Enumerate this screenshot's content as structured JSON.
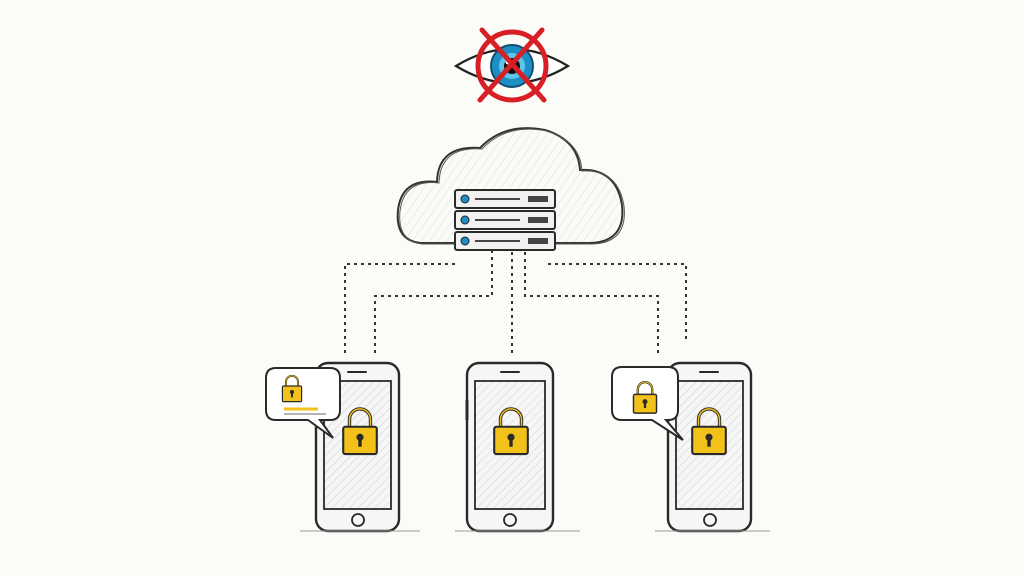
{
  "diagram": {
    "top_symbol": {
      "icon": "eye-crossed-out-icon",
      "meaning": "no surveillance",
      "cross_color": "#d81f26",
      "iris_color": "#1e8fc4"
    },
    "cloud": {
      "icon": "cloud-icon",
      "server_icon": "server-rack-icon",
      "server_units": 3
    },
    "connections": {
      "style": "dotted",
      "count": 3
    },
    "devices": [
      {
        "icon": "smartphone-icon",
        "lock_icon": "padlock-icon",
        "has_chat_bubble": true,
        "bubble_side": "left"
      },
      {
        "icon": "smartphone-icon",
        "lock_icon": "padlock-icon",
        "has_chat_bubble": false
      },
      {
        "icon": "smartphone-icon",
        "lock_icon": "padlock-icon",
        "has_chat_bubble": true,
        "bubble_side": "left"
      }
    ],
    "colors": {
      "lock": "#f2c21b",
      "lock_outline": "#2a2a2a",
      "sketch": "#333333",
      "screen": "#e6e6e6"
    }
  }
}
